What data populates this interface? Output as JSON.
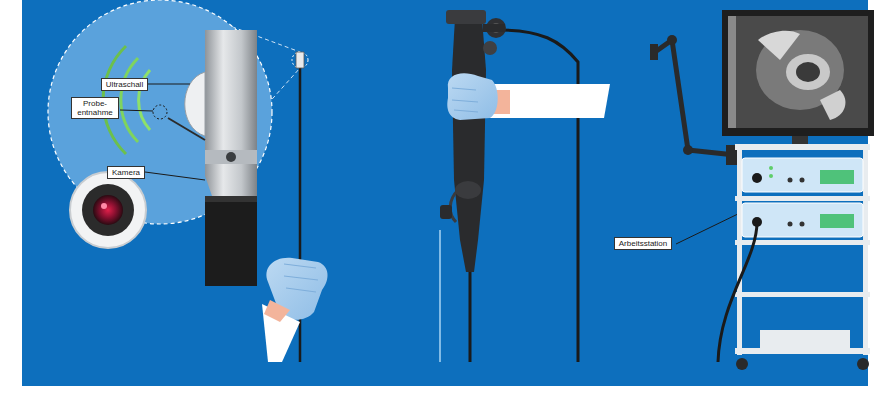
{
  "diagram": {
    "nodes": [
      {
        "text": [
          "Ultraschall"
        ]
      },
      {
        "text": [
          "Probe- entnahme"
        ]
      },
      {
        "text": [
          "Kamera"
        ]
      },
      {
        "text": [
          "Arbeitsstation"
        ]
      }
    ]
  }
}
